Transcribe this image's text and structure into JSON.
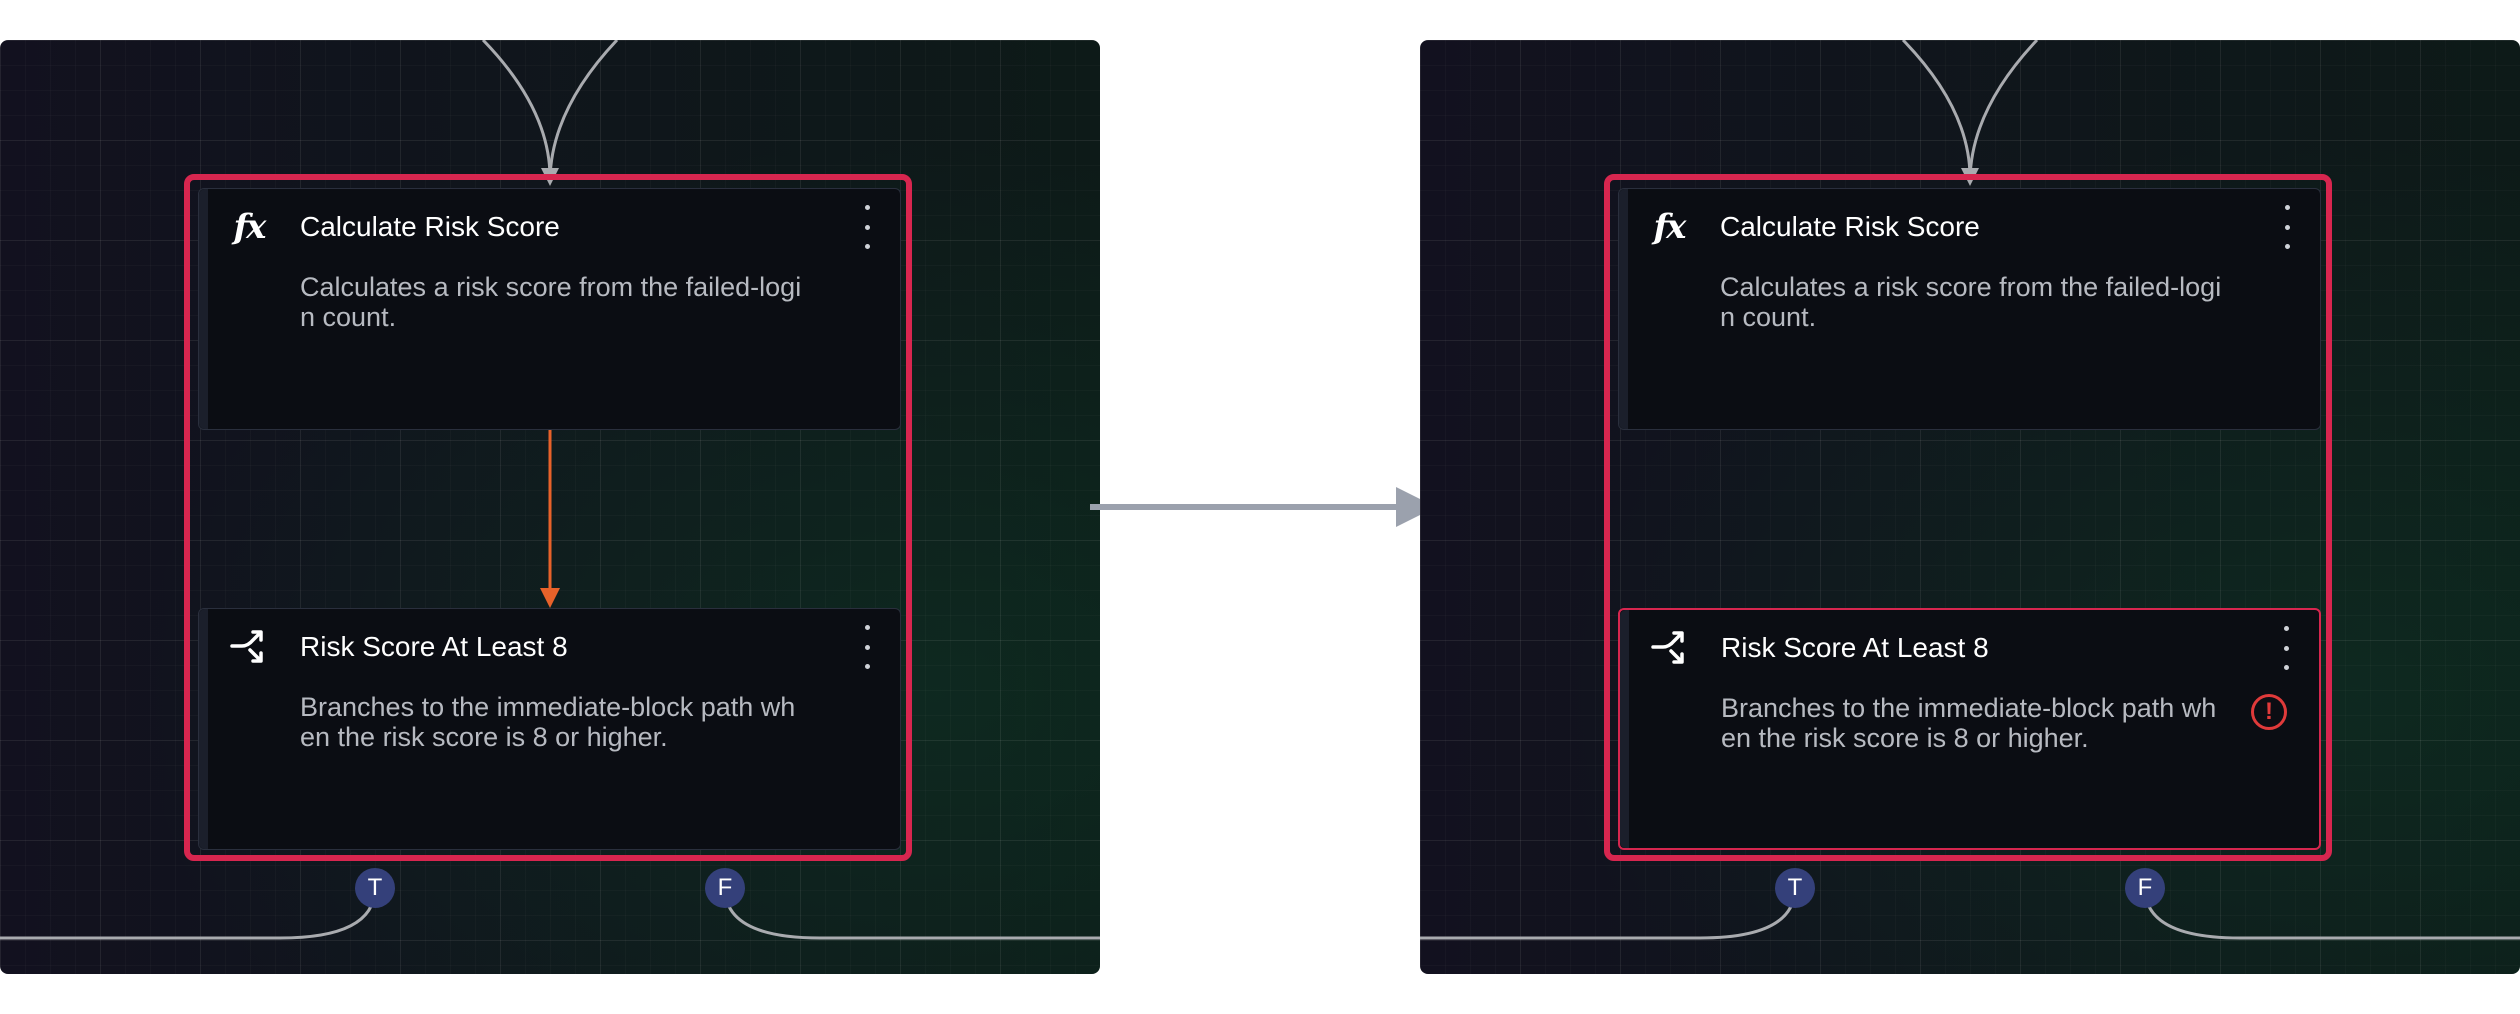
{
  "colors": {
    "group_highlight": "#d7264f",
    "edge_active": "#e8622a",
    "edge": "#a9abaf",
    "handle": "#34407a",
    "error": "#e03a3a",
    "transition_arrow": "#9ba1ad"
  },
  "before": {
    "nodes": [
      {
        "icon": "function-icon",
        "icon_text": "fx",
        "title": "Calculate Risk Score",
        "description": "Calculates a risk score from the failed-login count."
      },
      {
        "icon": "branch-icon",
        "title": "Risk Score At Least 8",
        "description": "Branches to the immediate-block path when the risk score is 8 or higher.",
        "handles": [
          "T",
          "F"
        ]
      }
    ]
  },
  "after": {
    "nodes": [
      {
        "icon": "function-icon",
        "icon_text": "fx",
        "title": "Calculate Risk Score",
        "description": "Calculates a risk score from the failed-login count."
      },
      {
        "icon": "branch-icon",
        "title": "Risk Score At Least 8",
        "description": "Branches to the immediate-block path when the risk score is 8 or higher.",
        "handles": [
          "T",
          "F"
        ],
        "status": "error",
        "status_icon": "error-icon",
        "status_glyph": "!"
      }
    ]
  }
}
